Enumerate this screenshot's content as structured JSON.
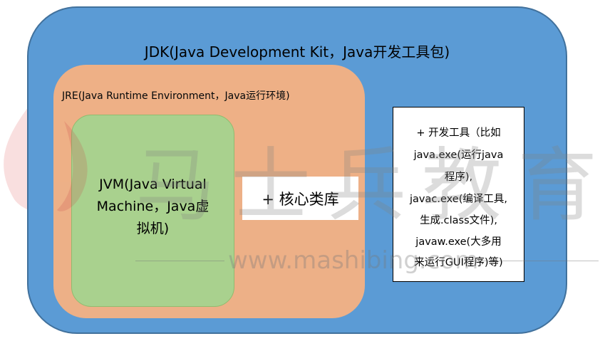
{
  "diagram": {
    "jdk_label": "JDK(Java Development Kit，Java开发工具包)",
    "jre_label": "JRE(Java Runtime Environment，Java运行环境)",
    "jvm_lines": [
      "JVM(Java Virtual",
      "Machine，Java虚",
      "拟机)"
    ],
    "core_label": "+ 核心类库",
    "tools_lines": [
      "+ 开发工具（比如",
      "java.exe(运行java",
      "程序),",
      "javac.exe(编译工具,",
      "生成.class文件),",
      "javaw.exe(大多用",
      "来运行GUI程序)等)"
    ]
  },
  "watermark": {
    "chars": "马士兵教育",
    "url": "www.mashibing.com"
  },
  "colors": {
    "jdk_fill": "#5b9bd5",
    "jre_fill": "#f4b183",
    "jvm_fill": "#a9d18e",
    "box_fill": "#ffffff"
  }
}
